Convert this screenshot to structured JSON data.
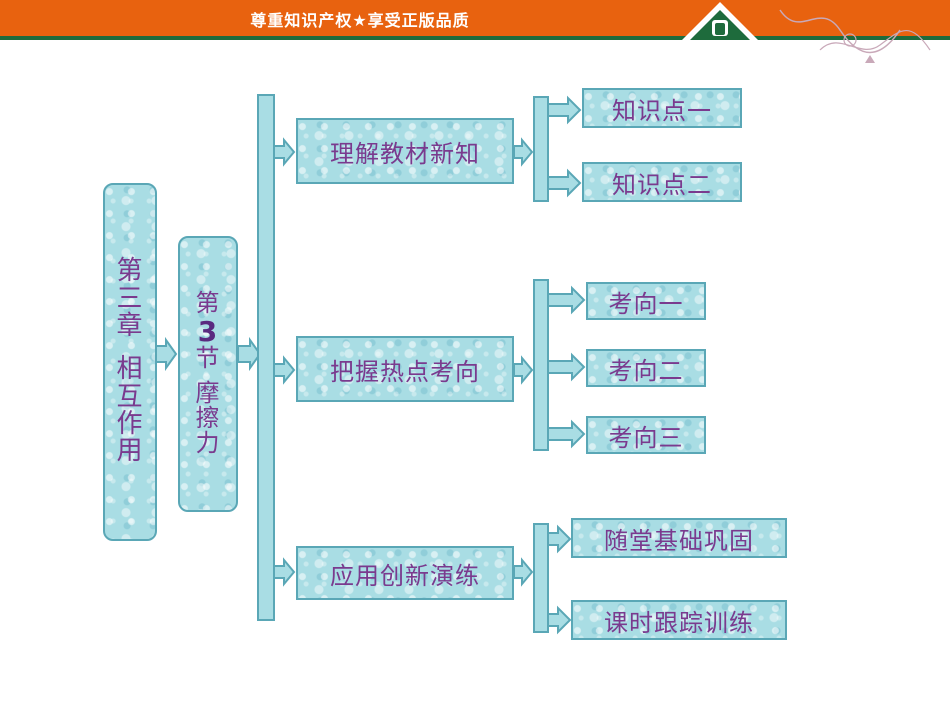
{
  "header": {
    "slogan": "尊重知识产权★享受正版品质"
  },
  "chapter": {
    "line1": [
      "第",
      "三",
      "章"
    ],
    "line2": [
      "相",
      "互",
      "作",
      "用"
    ]
  },
  "section": {
    "prefix": "第",
    "number": "3",
    "suffix": "节",
    "title": [
      "摩",
      "擦",
      "力"
    ]
  },
  "branches": [
    {
      "label": "理解教材新知",
      "children": [
        "知识点一",
        "知识点二"
      ]
    },
    {
      "label": "把握热点考向",
      "children": [
        "考向一",
        "考向二",
        "考向三"
      ]
    },
    {
      "label": "应用创新演练",
      "children": [
        "随堂基础巩固",
        "课时跟踪训练"
      ]
    }
  ],
  "colors": {
    "header_orange": "#e8620f",
    "header_green": "#1e6b3c",
    "box_fill": "#a9dde4",
    "box_border": "#5aa7b6",
    "text_purple": "#7a3a8e"
  }
}
